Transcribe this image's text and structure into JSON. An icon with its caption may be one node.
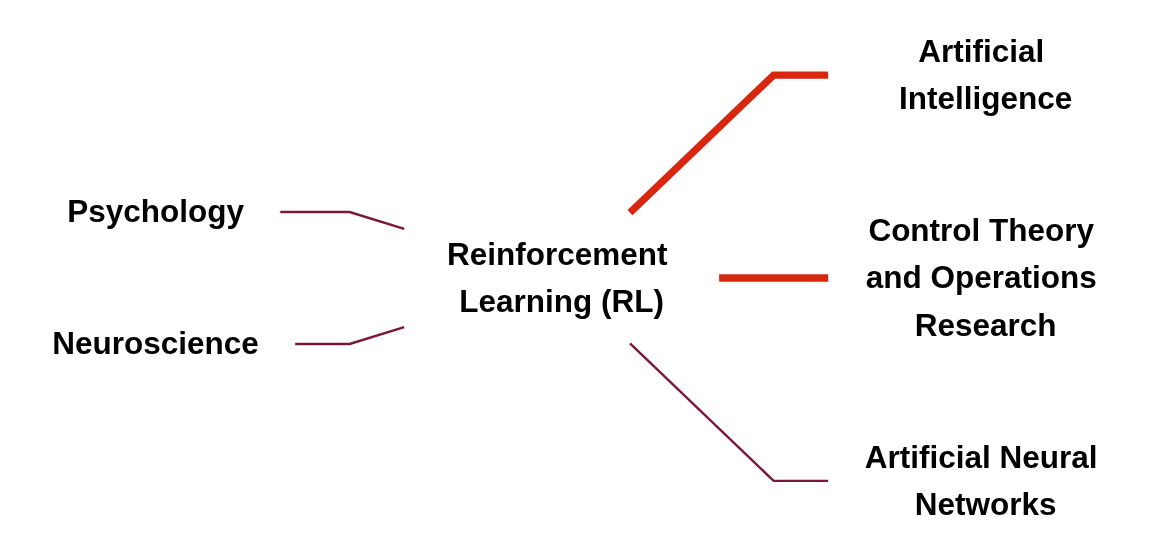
{
  "diagram": {
    "nodes": [
      {
        "text": [
          "Reinforcement Learning (RL)"
        ]
      },
      {
        "text": [
          "Artificial Intelligence"
        ]
      },
      {
        "text": [
          "Control Theory and Operations Research"
        ]
      },
      {
        "text": [
          "Psychology"
        ]
      },
      {
        "text": [
          "Neuroscience"
        ]
      },
      {
        "text": [
          "Artificial Neural Networks"
        ]
      }
    ],
    "edges": [
      {
        "from": 0,
        "to": 1,
        "arrow": "none",
        "style": "thick",
        "color": "#d9260f"
      },
      {
        "from": 0,
        "to": 2,
        "arrow": "none",
        "style": "thick",
        "color": "#d9260f"
      },
      {
        "from": 3,
        "to": 0,
        "arrow": "none"
      },
      {
        "from": 4,
        "to": 0,
        "arrow": "none"
      },
      {
        "from": 0,
        "to": 5,
        "arrow": "none"
      }
    ]
  }
}
